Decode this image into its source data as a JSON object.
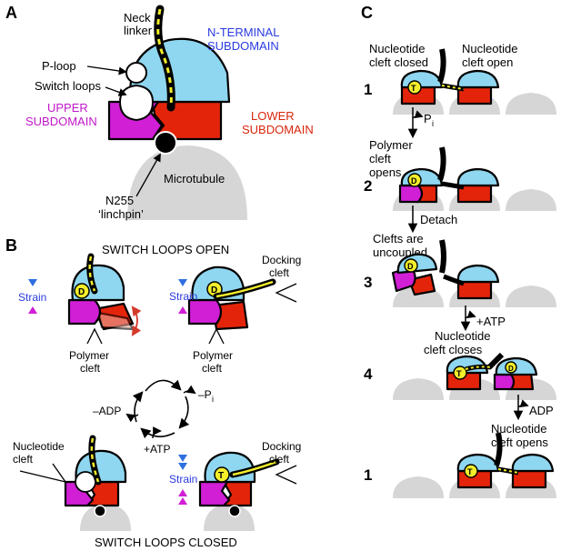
{
  "colors": {
    "n_terminal": "#8fd6f0",
    "upper": "#d11fd6",
    "lower": "#e3240b",
    "microtubule": "#d6d6d6",
    "neck_yellow": "#f3ee2a",
    "strain_blue": "#2f6fe0",
    "strain_magenta": "#d11fd6",
    "arrow_red": "#d43a2a",
    "label_blue": "#2a3be0",
    "label_magenta": "#c018c8",
    "label_red": "#d8250c"
  },
  "panel_a": {
    "letter": "A",
    "neck_linker": [
      "Neck",
      "linker"
    ],
    "n_terminal": [
      "N-TERMINAL",
      "SUBDOMAIN"
    ],
    "p_loop": "P-loop",
    "switch_loops": "Switch loops",
    "upper": [
      "UPPER",
      "SUBDOMAIN"
    ],
    "lower": [
      "LOWER",
      "SUBDOMAIN"
    ],
    "microtubule": "Microtubule",
    "n255": [
      "N255",
      "‘linchpin’"
    ]
  },
  "panel_b": {
    "letter": "B",
    "open_title": "SWITCH LOOPS OPEN",
    "closed_title": "SWITCH LOOPS CLOSED",
    "strain": "Strain",
    "docking_cleft": [
      "Docking",
      "cleft"
    ],
    "polymer_cleft": [
      "Polymer",
      "cleft"
    ],
    "nucleotide_cleft": [
      "Nucleotide",
      "cleft"
    ],
    "cycle": {
      "minus_adp": "–ADP",
      "minus_p": "–P",
      "p_sub": "i",
      "plus_atp": "+ATP"
    },
    "nucleotide_d": "D",
    "nucleotide_t": "T"
  },
  "panel_c": {
    "letter": "C",
    "closed": [
      "Nucleotide",
      "cleft closed"
    ],
    "open": [
      "Nucleotide",
      "cleft open"
    ],
    "steps": [
      "1",
      "2",
      "3",
      "4",
      "1"
    ],
    "pi": "P",
    "pi_sub": "i",
    "polymer_opens": [
      "Polymer",
      "cleft",
      "opens"
    ],
    "detach": "Detach",
    "uncoupled": [
      "Clefts are",
      "uncoupled"
    ],
    "plus_atp": "+ATP",
    "closes": [
      "Nucleotide",
      "cleft closes"
    ],
    "adp": "ADP",
    "opens": [
      "Nucleotide",
      "cleft opens"
    ]
  }
}
